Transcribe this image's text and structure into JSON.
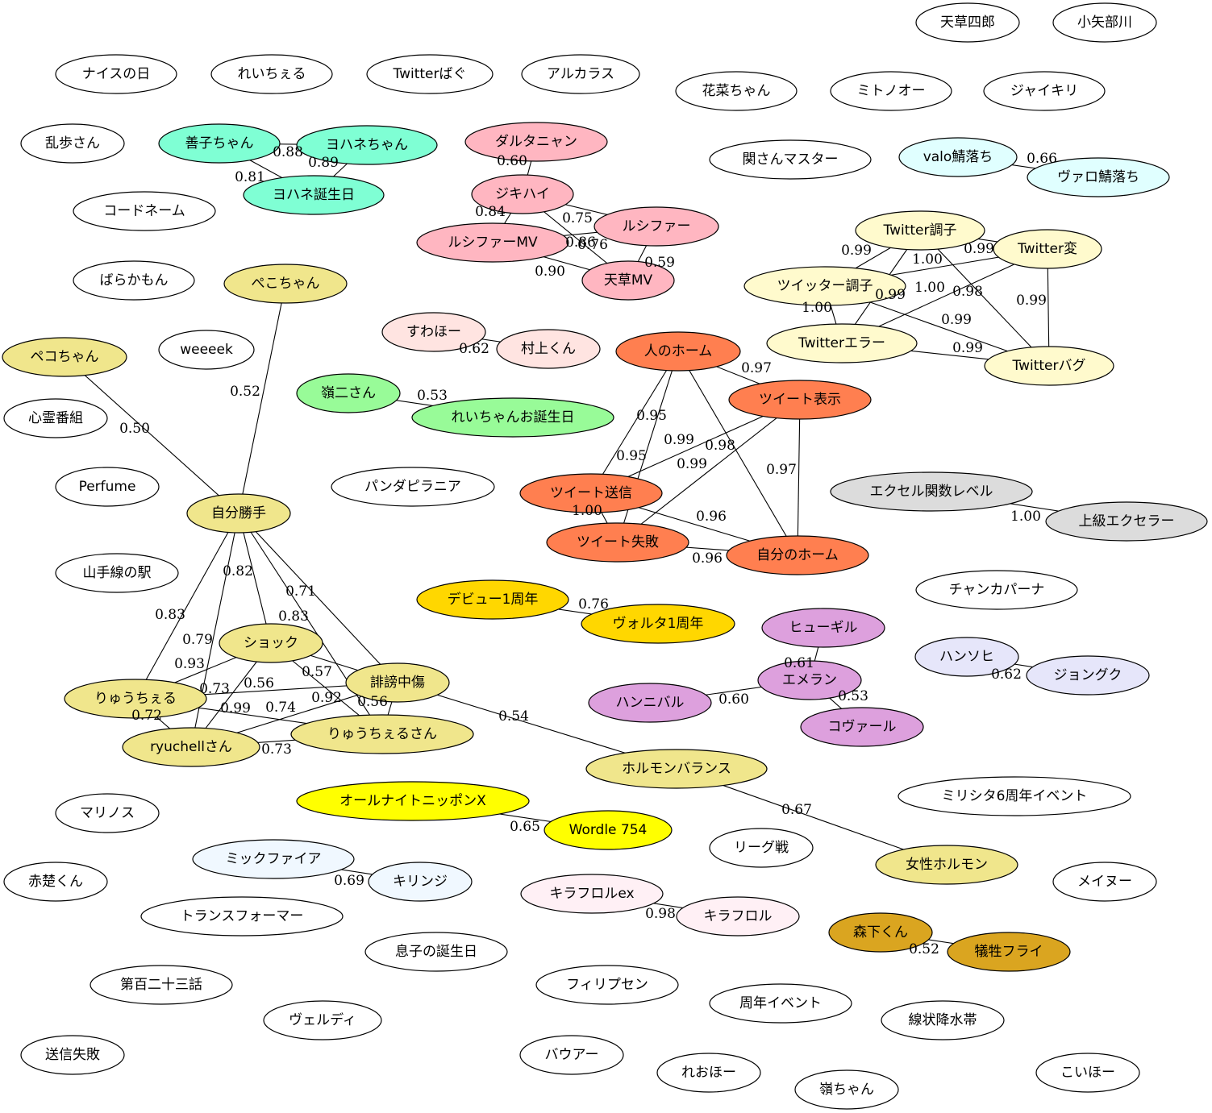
{
  "nodes": [
    {
      "id": "amakusa_shiro",
      "label": "天草四郎",
      "color": "#ffffff"
    },
    {
      "id": "koyabegawa",
      "label": "小矢部川",
      "color": "#ffffff"
    },
    {
      "id": "nice_no_hi",
      "label": "ナイスの日",
      "color": "#ffffff"
    },
    {
      "id": "reichieru",
      "label": "れいちぇる",
      "color": "#ffffff"
    },
    {
      "id": "twitter_bagu_kana",
      "label": "Twitterばぐ",
      "color": "#ffffff"
    },
    {
      "id": "alcaraz",
      "label": "アルカラス",
      "color": "#ffffff"
    },
    {
      "id": "kana_chan",
      "label": "花菜ちゃん",
      "color": "#ffffff"
    },
    {
      "id": "mitonoo",
      "label": "ミトノオー",
      "color": "#ffffff"
    },
    {
      "id": "jaikiri",
      "label": "ジャイキリ",
      "color": "#ffffff"
    },
    {
      "id": "ranpo",
      "label": "乱歩さん",
      "color": "#ffffff"
    },
    {
      "id": "yoshiko",
      "label": "善子ちゃん",
      "color": "#7fffd4"
    },
    {
      "id": "yohane",
      "label": "ヨハネちゃん",
      "color": "#7fffd4"
    },
    {
      "id": "yohane_bd",
      "label": "ヨハネ誕生日",
      "color": "#7fffd4"
    },
    {
      "id": "dartagnan",
      "label": "ダルタニャン",
      "color": "#ffb6c1"
    },
    {
      "id": "seki_master",
      "label": "関さんマスター",
      "color": "#ffffff"
    },
    {
      "id": "valo_saba",
      "label": "valo鯖落ち",
      "color": "#e0ffff"
    },
    {
      "id": "varo_saba",
      "label": "ヴァロ鯖落ち",
      "color": "#e0ffff"
    },
    {
      "id": "codename",
      "label": "コードネーム",
      "color": "#ffffff"
    },
    {
      "id": "jikihai",
      "label": "ジキハイ",
      "color": "#ffb6c1"
    },
    {
      "id": "lucifer",
      "label": "ルシファー",
      "color": "#ffb6c1"
    },
    {
      "id": "lucifer_mv",
      "label": "ルシファーMV",
      "color": "#ffb6c1"
    },
    {
      "id": "amakusa_mv",
      "label": "天草MV",
      "color": "#ffb6c1"
    },
    {
      "id": "twitter_choshi",
      "label": "Twitter調子",
      "color": "#fffacd"
    },
    {
      "id": "twitter_hen",
      "label": "Twitter変",
      "color": "#fffacd"
    },
    {
      "id": "twitter_choshi_kana",
      "label": "ツイッター調子",
      "color": "#fffacd"
    },
    {
      "id": "twitter_error",
      "label": "Twitterエラー",
      "color": "#fffacd"
    },
    {
      "id": "twitter_bug",
      "label": "Twitterバグ",
      "color": "#fffacd"
    },
    {
      "id": "barakamon",
      "label": "ばらかもん",
      "color": "#ffffff"
    },
    {
      "id": "pekochan_hira",
      "label": "ぺこちゃん",
      "color": "#f0e68c"
    },
    {
      "id": "suwahoo",
      "label": "すわほー",
      "color": "#ffe4e1"
    },
    {
      "id": "murakami",
      "label": "村上くん",
      "color": "#ffe4e1"
    },
    {
      "id": "weeeek",
      "label": "weeeek",
      "color": "#ffffff"
    },
    {
      "id": "pekochan_kata",
      "label": "ペコちゃん",
      "color": "#f0e68c"
    },
    {
      "id": "hito_no_home",
      "label": "人のホーム",
      "color": "#ff7f50"
    },
    {
      "id": "tweet_hyoji",
      "label": "ツイート表示",
      "color": "#ff7f50"
    },
    {
      "id": "reiji",
      "label": "嶺二さん",
      "color": "#98fb98"
    },
    {
      "id": "reichan_bd",
      "label": "れいちゃんお誕生日",
      "color": "#98fb98"
    },
    {
      "id": "shinrei",
      "label": "心霊番組",
      "color": "#ffffff"
    },
    {
      "id": "perfume",
      "label": "Perfume",
      "color": "#ffffff"
    },
    {
      "id": "panda",
      "label": "パンダピラニア",
      "color": "#ffffff"
    },
    {
      "id": "excel_level",
      "label": "エクセル関数レベル",
      "color": "#dcdcdc"
    },
    {
      "id": "joukyu_excel",
      "label": "上級エクセラー",
      "color": "#dcdcdc"
    },
    {
      "id": "tweet_soushin",
      "label": "ツイート送信",
      "color": "#ff7f50"
    },
    {
      "id": "jibunkatte",
      "label": "自分勝手",
      "color": "#f0e68c"
    },
    {
      "id": "tweet_shippai",
      "label": "ツイート失敗",
      "color": "#ff7f50"
    },
    {
      "id": "jibun_no_home",
      "label": "自分のホーム",
      "color": "#ff7f50"
    },
    {
      "id": "yamanote",
      "label": "山手線の駅",
      "color": "#ffffff"
    },
    {
      "id": "chanka",
      "label": "チャンカパーナ",
      "color": "#ffffff"
    },
    {
      "id": "debut1",
      "label": "デビュー1周年",
      "color": "#ffd700"
    },
    {
      "id": "voruta1",
      "label": "ヴォルタ1周年",
      "color": "#ffd700"
    },
    {
      "id": "hyugiru",
      "label": "ヒューギル",
      "color": "#dda0dd"
    },
    {
      "id": "shock",
      "label": "ショック",
      "color": "#f0e68c"
    },
    {
      "id": "hansohi",
      "label": "ハンソヒ",
      "color": "#e6e6fa"
    },
    {
      "id": "jungkook",
      "label": "ジョングク",
      "color": "#e6e6fa"
    },
    {
      "id": "hibou",
      "label": "誹謗中傷",
      "color": "#f0e68c"
    },
    {
      "id": "emeran",
      "label": "エメラン",
      "color": "#dda0dd"
    },
    {
      "id": "ryuchieru",
      "label": "りゅうちぇる",
      "color": "#f0e68c"
    },
    {
      "id": "hannibal",
      "label": "ハンニバル",
      "color": "#dda0dd"
    },
    {
      "id": "kovaal",
      "label": "コヴァール",
      "color": "#dda0dd"
    },
    {
      "id": "ryuchell_san",
      "label": "ryuchellさん",
      "color": "#f0e68c"
    },
    {
      "id": "ryuchieru_san",
      "label": "りゅうちぇるさん",
      "color": "#f0e68c"
    },
    {
      "id": "horumon_balance",
      "label": "ホルモンバランス",
      "color": "#f0e68c"
    },
    {
      "id": "ann_x",
      "label": "オールナイトニッポンX",
      "color": "#ffff00"
    },
    {
      "id": "marinos",
      "label": "マリノス",
      "color": "#ffffff"
    },
    {
      "id": "milishita6",
      "label": "ミリシタ6周年イベント",
      "color": "#ffffff"
    },
    {
      "id": "wordle",
      "label": "Wordle 754",
      "color": "#ffff00"
    },
    {
      "id": "league",
      "label": "リーグ戦",
      "color": "#ffffff"
    },
    {
      "id": "mickfire",
      "label": "ミックファイア",
      "color": "#f0f8ff"
    },
    {
      "id": "josei_horumon",
      "label": "女性ホルモン",
      "color": "#f0e68c"
    },
    {
      "id": "sekiso",
      "label": "赤楚くん",
      "color": "#ffffff"
    },
    {
      "id": "kirinji",
      "label": "キリンジ",
      "color": "#f0f8ff"
    },
    {
      "id": "meinu",
      "label": "メイヌー",
      "color": "#ffffff"
    },
    {
      "id": "kiraflor_ex",
      "label": "キラフロルex",
      "color": "#fff0f5"
    },
    {
      "id": "transformer",
      "label": "トランスフォーマー",
      "color": "#ffffff"
    },
    {
      "id": "kiraflor",
      "label": "キラフロル",
      "color": "#fff0f5"
    },
    {
      "id": "morishita",
      "label": "森下くん",
      "color": "#daa520"
    },
    {
      "id": "musuko_bd",
      "label": "息子の誕生日",
      "color": "#ffffff"
    },
    {
      "id": "gisei_fly",
      "label": "犠牲フライ",
      "color": "#daa520"
    },
    {
      "id": "dai123",
      "label": "第百二十三話",
      "color": "#ffffff"
    },
    {
      "id": "philipsen",
      "label": "フィリプセン",
      "color": "#ffffff"
    },
    {
      "id": "shunen_event",
      "label": "周年イベント",
      "color": "#ffffff"
    },
    {
      "id": "senjo",
      "label": "線状降水帯",
      "color": "#ffffff"
    },
    {
      "id": "verdy",
      "label": "ヴェルディ",
      "color": "#ffffff"
    },
    {
      "id": "soushin_shippai",
      "label": "送信失敗",
      "color": "#ffffff"
    },
    {
      "id": "bauer",
      "label": "バウアー",
      "color": "#ffffff"
    },
    {
      "id": "reohoo",
      "label": "れおほー",
      "color": "#ffffff"
    },
    {
      "id": "koihoo",
      "label": "こいほー",
      "color": "#ffffff"
    },
    {
      "id": "rei_chan",
      "label": "嶺ちゃん",
      "color": "#ffffff"
    }
  ],
  "edges": [
    {
      "source": "yoshiko",
      "target": "yohane",
      "label": "0.88"
    },
    {
      "source": "yohane",
      "target": "yohane_bd",
      "label": "0.89"
    },
    {
      "source": "yoshiko",
      "target": "yohane_bd",
      "label": "0.81"
    },
    {
      "source": "dartagnan",
      "target": "jikihai",
      "label": "0.60"
    },
    {
      "source": "jikihai",
      "target": "lucifer_mv",
      "label": "0.84"
    },
    {
      "source": "jikihai",
      "target": "lucifer",
      "label": "0.75"
    },
    {
      "source": "jikihai",
      "target": "amakusa_mv",
      "label": "0.76"
    },
    {
      "source": "lucifer_mv",
      "target": "lucifer",
      "label": "0.86"
    },
    {
      "source": "lucifer",
      "target": "amakusa_mv",
      "label": "0.59"
    },
    {
      "source": "lucifer_mv",
      "target": "amakusa_mv",
      "label": "0.90"
    },
    {
      "source": "valo_saba",
      "target": "varo_saba",
      "label": "0.66"
    },
    {
      "source": "twitter_choshi",
      "target": "twitter_choshi_kana",
      "label": "0.99"
    },
    {
      "source": "twitter_choshi",
      "target": "twitter_hen",
      "label": "0.99"
    },
    {
      "source": "twitter_choshi",
      "target": "twitter_error",
      "label": "1.00"
    },
    {
      "source": "twitter_choshi_kana",
      "target": "twitter_hen",
      "label": "1.00"
    },
    {
      "source": "twitter_choshi",
      "target": "twitter_bug",
      "label": "0.98"
    },
    {
      "source": "twitter_choshi_kana",
      "target": "twitter_error",
      "label": "1.00"
    },
    {
      "source": "twitter_error",
      "target": "twitter_hen",
      "label": "0.99"
    },
    {
      "source": "twitter_choshi_kana",
      "target": "twitter_bug",
      "label": "0.99"
    },
    {
      "source": "twitter_hen",
      "target": "twitter_bug",
      "label": "0.99"
    },
    {
      "source": "twitter_error",
      "target": "twitter_bug",
      "label": "0.99"
    },
    {
      "source": "suwahoo",
      "target": "murakami",
      "label": "0.62"
    },
    {
      "source": "reiji",
      "target": "reichan_bd",
      "label": "0.53"
    },
    {
      "source": "hito_no_home",
      "target": "tweet_hyoji",
      "label": "0.97"
    },
    {
      "source": "hito_no_home",
      "target": "tweet_shippai",
      "label": "0.95"
    },
    {
      "source": "hito_no_home",
      "target": "tweet_soushin",
      "label": "0.95"
    },
    {
      "source": "tweet_hyoji",
      "target": "tweet_soushin",
      "label": "0.99"
    },
    {
      "source": "tweet_hyoji",
      "target": "tweet_shippai",
      "label": "0.98"
    },
    {
      "source": "tweet_soushin",
      "target": "tweet_shippai",
      "label": "1.00"
    },
    {
      "source": "hito_no_home",
      "target": "jibun_no_home",
      "label": "0.99"
    },
    {
      "source": "tweet_hyoji",
      "target": "jibun_no_home",
      "label": "0.97"
    },
    {
      "source": "tweet_soushin",
      "target": "jibun_no_home",
      "label": "0.96"
    },
    {
      "source": "tweet_shippai",
      "target": "jibun_no_home",
      "label": "0.96"
    },
    {
      "source": "excel_level",
      "target": "joukyu_excel",
      "label": "1.00"
    },
    {
      "source": "pekochan_hira",
      "target": "jibunkatte",
      "label": "0.52"
    },
    {
      "source": "pekochan_kata",
      "target": "jibunkatte",
      "label": "0.50"
    },
    {
      "source": "jibunkatte",
      "target": "ryuchieru",
      "label": "0.83"
    },
    {
      "source": "jibunkatte",
      "target": "shock",
      "label": "0.82"
    },
    {
      "source": "jibunkatte",
      "target": "ryuchieru_san",
      "label": "0.83"
    },
    {
      "source": "jibunkatte",
      "target": "hibou",
      "label": "0.71"
    },
    {
      "source": "jibunkatte",
      "target": "ryuchell_san",
      "label": "0.79"
    },
    {
      "source": "shock",
      "target": "ryuchieru",
      "label": "0.93"
    },
    {
      "source": "shock",
      "target": "hibou",
      "label": "0.57"
    },
    {
      "source": "shock",
      "target": "ryuchell_san",
      "label": "0.56"
    },
    {
      "source": "ryuchieru",
      "target": "hibou",
      "label": "0.73"
    },
    {
      "source": "hibou",
      "target": "ryuchell_san",
      "label": "0.92"
    },
    {
      "source": "hibou",
      "target": "ryuchieru_san",
      "label": "0.56"
    },
    {
      "source": "ryuchieru",
      "target": "ryuchieru_san",
      "label": "0.99"
    },
    {
      "source": "ryuchieru",
      "target": "ryuchell_san",
      "label": "0.72"
    },
    {
      "source": "shock",
      "target": "ryuchieru_san",
      "label": "0.74"
    },
    {
      "source": "ryuchell_san",
      "target": "ryuchieru_san",
      "label": "0.73"
    },
    {
      "source": "hibou",
      "target": "horumon_balance",
      "label": "0.54"
    },
    {
      "source": "horumon_balance",
      "target": "josei_horumon",
      "label": "0.67"
    },
    {
      "source": "debut1",
      "target": "voruta1",
      "label": "0.76"
    },
    {
      "source": "hyugiru",
      "target": "emeran",
      "label": "0.61"
    },
    {
      "source": "hannibal",
      "target": "emeran",
      "label": "0.60"
    },
    {
      "source": "emeran",
      "target": "kovaal",
      "label": "0.53"
    },
    {
      "source": "hansohi",
      "target": "jungkook",
      "label": "0.62"
    },
    {
      "source": "ann_x",
      "target": "wordle",
      "label": "0.65"
    },
    {
      "source": "mickfire",
      "target": "kirinji",
      "label": "0.69"
    },
    {
      "source": "kiraflor_ex",
      "target": "kiraflor",
      "label": "0.98"
    },
    {
      "source": "morishita",
      "target": "gisei_fly",
      "label": "0.52"
    }
  ]
}
